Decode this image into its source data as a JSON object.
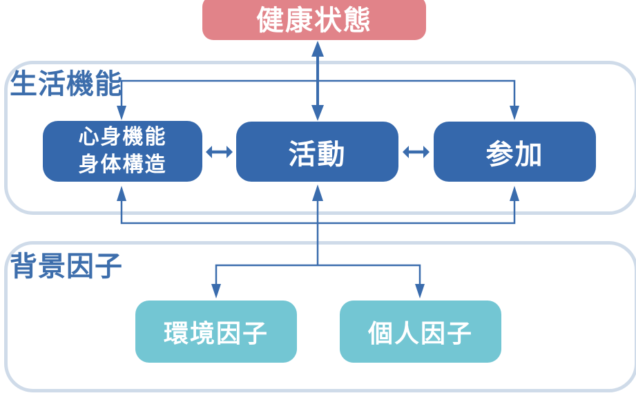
{
  "diagram": {
    "type": "flow-diagram",
    "health_box": {
      "label": "健康状態"
    },
    "functioning_section": {
      "label": "生活機能",
      "boxes": {
        "body": {
          "label_line1": "心身機能",
          "label_line2": "身体構造"
        },
        "activity": {
          "label": "活動"
        },
        "participation": {
          "label": "参加"
        }
      }
    },
    "background_section": {
      "label": "背景因子",
      "boxes": {
        "environment": {
          "label": "環境因子"
        },
        "personal": {
          "label": "個人因子"
        }
      }
    },
    "colors": {
      "health_box": "#e18389",
      "function_box": "#3568ac",
      "factor_box": "#73c6d3",
      "arrow": "#3a6cad",
      "section_label": "#3d6eac",
      "container_border": "#cfdbe9",
      "box_text": "#ffffff",
      "background": "#ffffff"
    }
  }
}
